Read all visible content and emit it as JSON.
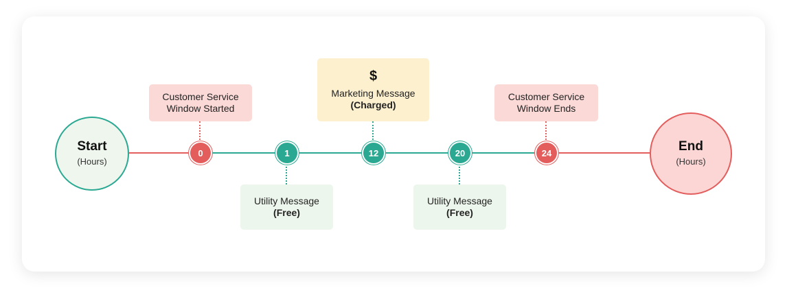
{
  "start": {
    "title": "Start",
    "subtitle": "(Hours)"
  },
  "end": {
    "title": "End",
    "subtitle": "(Hours)"
  },
  "nodes": [
    "0",
    "1",
    "12",
    "20",
    "24"
  ],
  "boxes": {
    "cs_started": {
      "line1": "Customer Service",
      "line2": "Window Started"
    },
    "utility1": {
      "line1": "Utility Message",
      "line2": "(Free)"
    },
    "marketing": {
      "icon": "$",
      "line1": "Marketing Message",
      "line2": "(Charged)"
    },
    "utility2": {
      "line1": "Utility Message",
      "line2": "(Free)"
    },
    "cs_ends": {
      "line1": "Customer Service",
      "line2": "Window Ends"
    }
  },
  "colors": {
    "red": "#e35d5d",
    "teal": "#2aa892",
    "yellow_box": "#fdf0cf",
    "red_box": "#fbd9d7",
    "green_box": "#edf6ec"
  }
}
